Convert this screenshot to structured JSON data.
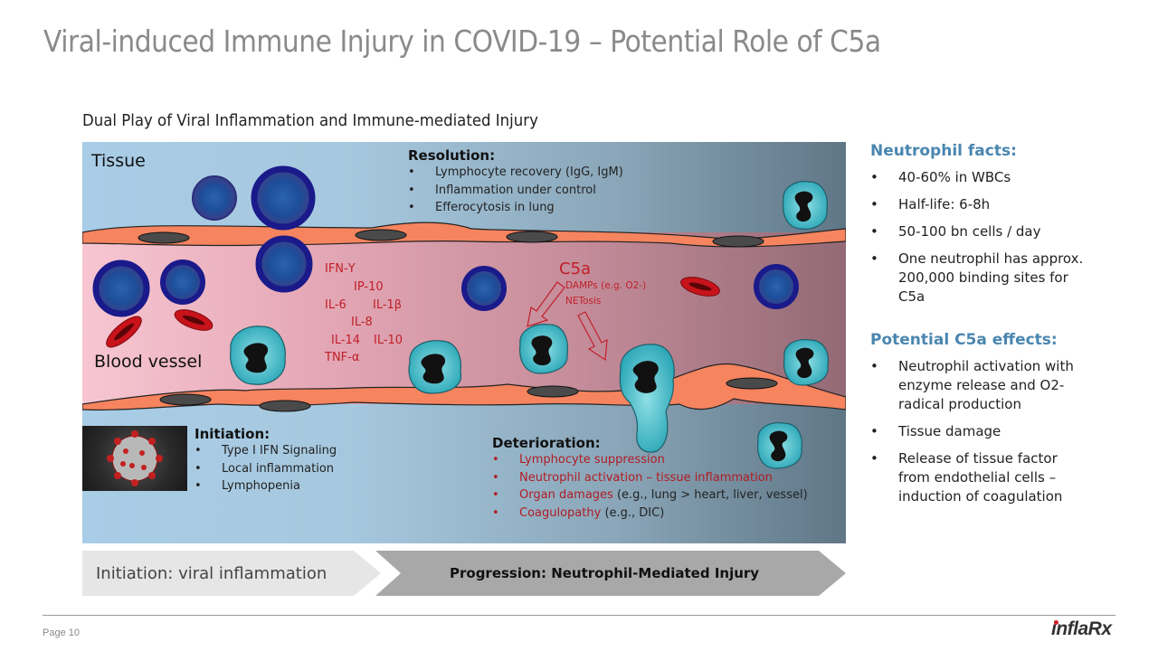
{
  "header": {
    "title": "Viral-induced Immune Injury in COVID-19 – Potential Role of C5a",
    "subtitle": "Dual Play of Viral Inflammation and Immune-mediated Injury"
  },
  "diagram": {
    "labels": {
      "tissue": "Tissue",
      "blood_vessel": "Blood vessel"
    },
    "resolution": {
      "title": "Resolution:",
      "items": [
        "Lymphocyte recovery (IgG, IgM)",
        "Inflammation under control",
        "Efferocytosis in lung"
      ]
    },
    "cytokines": {
      "ifn_gamma": "IFN-Υ",
      "ip10": "IP-10",
      "il6": "IL-6",
      "il1b": "IL-1β",
      "il8": "IL-8",
      "il14": "IL-14",
      "il10": "IL-10",
      "tnf": "TNF-α"
    },
    "c5a": {
      "label": "C5a",
      "damps": "DAMPs (e.g. O2-)",
      "netosis": "NETosis"
    },
    "initiation": {
      "title": "Initiation:",
      "items": [
        "Type I IFN Signaling",
        "Local inflammation",
        "Lymphopenia"
      ],
      "image_alt": "coronavirus-particle"
    },
    "deterioration": {
      "title": "Deterioration:",
      "items": [
        {
          "red": "Lymphocyte suppression",
          "plain": ""
        },
        {
          "red": "Neutrophil activation – tissue inflammation",
          "plain": ""
        },
        {
          "red": "Organ damages",
          "plain": " (e.g., lung > heart, liver, vessel)"
        },
        {
          "red": "Coagulopathy",
          "plain": " (e.g., DIC)"
        }
      ]
    }
  },
  "sidebar": {
    "facts": {
      "title": "Neutrophil facts:",
      "items": [
        "40-60% in WBCs",
        "Half-life: 6-8h",
        "50-100 bn cells / day",
        "One neutrophil has approx. 200,000 binding sites for C5a"
      ]
    },
    "effects": {
      "title": "Potential C5a effects:",
      "items": [
        "Neutrophil activation with enzyme release and O2-radical production",
        "Tissue damage",
        "Release of tissue factor from endothelial cells – induction of coagulation"
      ]
    }
  },
  "phases": {
    "initiation": "Initiation: viral inflammation",
    "progression": "Progression: Neutrophil-Mediated Injury"
  },
  "footer": {
    "page": "Page 10",
    "logo": "inflaRx"
  },
  "colors": {
    "accent_blue": "#4a86b0",
    "cytokine_red": "#c0202a",
    "logo_red": "#d0202a"
  }
}
